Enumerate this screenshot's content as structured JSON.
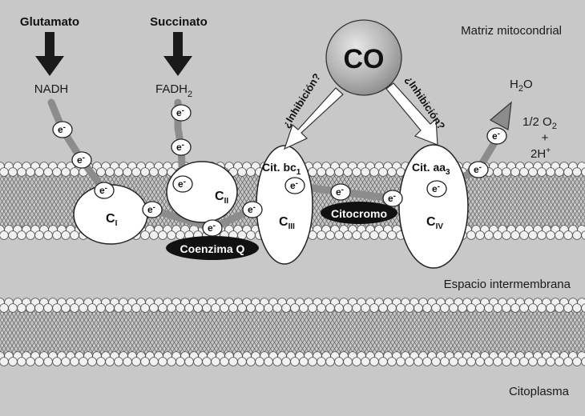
{
  "regions": {
    "matrix": "Matriz mitocondrial",
    "intermembrane": "Espacio intermembrana",
    "cytoplasm": "Citoplasma"
  },
  "substrates": {
    "glutamate": "Glutamato",
    "succinate": "Succinato",
    "nadh": "NADH",
    "fadh_main": "FADH",
    "fadh_sub": "2"
  },
  "inhibitor": {
    "label": "CO",
    "inhibition_left": "¿Inhibición?",
    "inhibition_right": "¿Inhibición?"
  },
  "complexes": {
    "c1_main": "C",
    "c1_sub": "I",
    "c2_main": "C",
    "c2_sub": "II",
    "c3_main": "C",
    "c3_sub": "III",
    "c4_main": "C",
    "c4_sub": "IV",
    "cit_bc_main": "Cit. bc",
    "cit_bc_sub": "1",
    "cit_aa_main": "Cit. aa",
    "cit_aa_sub": "3"
  },
  "carriers": {
    "coenzyme_q": "Coenzima Q",
    "cytochrome": "Citocromo"
  },
  "products": {
    "h2o_main": "H",
    "h2o_sub": "2",
    "h2o_end": "O",
    "o2_main": "1/2 O",
    "o2_sub": "2",
    "plus": "+",
    "h_main": "2H",
    "h_sup": "+"
  },
  "electron": {
    "label": "e",
    "sup": "-"
  },
  "colors": {
    "background": "#c8c8c8",
    "membrane_bead": "#f2f2f2",
    "bead_stroke": "#555555",
    "complex_fill": "#ffffff",
    "carrier_fill": "#111111",
    "path_fill": "#8c8c8c",
    "co_sphere": "#b0b0b0"
  }
}
